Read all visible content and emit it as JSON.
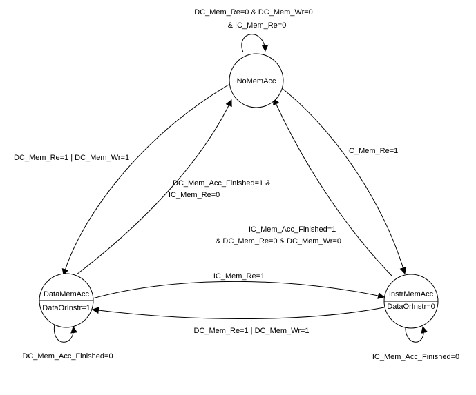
{
  "states": {
    "nomem": {
      "name": "NoMemAcc"
    },
    "data": {
      "name": "DataMemAcc",
      "output": "DataOrInstr=1"
    },
    "instr": {
      "name": "InstrMemAcc",
      "output": "DataOrInstr=0"
    }
  },
  "transitions": {
    "nomem_self": {
      "line1": "DC_Mem_Re=0 & DC_Mem_Wr=0",
      "line2": "& IC_Mem_Re=0"
    },
    "nomem_to_data": {
      "label": "DC_Mem_Re=1 | DC_Mem_Wr=1"
    },
    "data_to_nomem": {
      "line1": "DC_Mem_Acc_Finished=1 &",
      "line2": "IC_Mem_Re=0"
    },
    "nomem_to_instr": {
      "label": "IC_Mem_Re=1"
    },
    "instr_to_nomem": {
      "line1": "IC_Mem_Acc_Finished=1",
      "line2": "& DC_Mem_Re=0 & DC_Mem_Wr=0"
    },
    "data_to_instr": {
      "label": "IC_Mem_Re=1"
    },
    "instr_to_data": {
      "label": "DC_Mem_Re=1 | DC_Mem_Wr=1"
    },
    "data_self": {
      "label": "DC_Mem_Acc_Finished=0"
    },
    "instr_self": {
      "label": "IC_Mem_Acc_Finished=0"
    }
  },
  "colors": {
    "stroke": "#000000",
    "background": "#ffffff"
  }
}
